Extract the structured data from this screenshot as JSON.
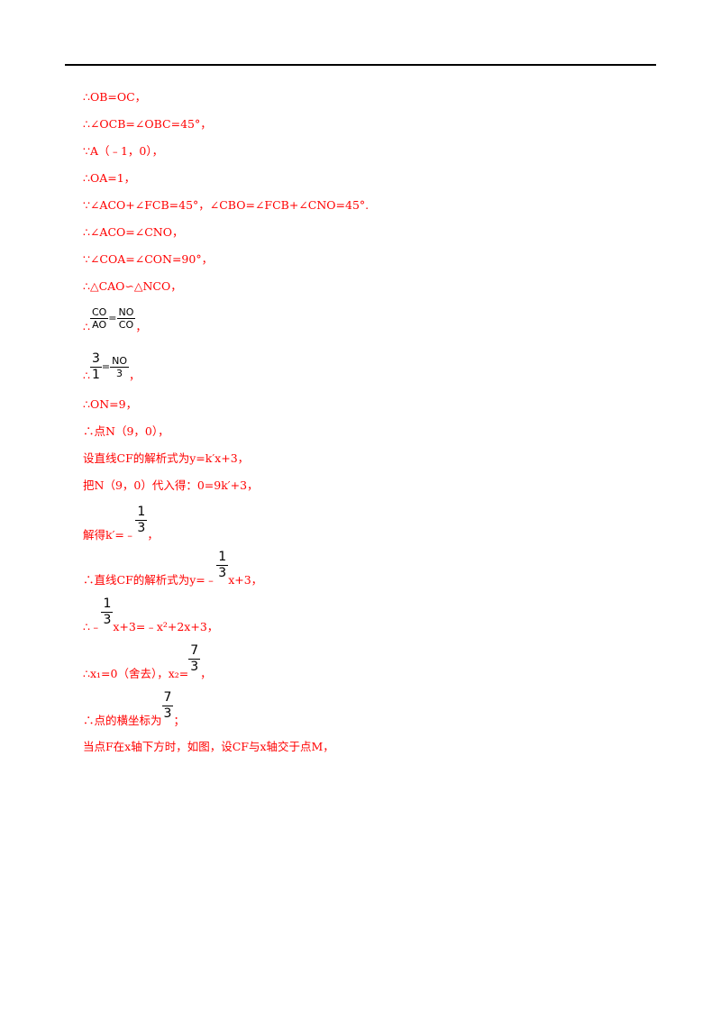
{
  "lines": [
    "∴OB=OC，",
    "∴∠OCB=∠OBC=45°，",
    "∵A（﹣1，0），",
    "∴OA=1，",
    "∵∠ACO+∠FCB=45°，∠CBO=∠FCB+∠CNO=45°.",
    "∴∠ACO=∠CNO，",
    "∵∠COA=∠CON=90°，",
    "∴△CAO∽△NCO，"
  ],
  "frac_line_1": {
    "prefix": "∴",
    "a_num": "CO",
    "a_den": "AO",
    "eq": "=",
    "b_num": "NO",
    "b_den": "CO",
    "suffix": "，"
  },
  "frac_line_2": {
    "prefix": "∴",
    "a_num": "3",
    "a_den": "1",
    "eq": "=",
    "b_num": "NO",
    "b_den": "3",
    "suffix": "，"
  },
  "line_on": "∴ON=9，",
  "line_point_n": "∴点N（9，0），",
  "line_set_cf": "设直线CF的解析式为y=k′x+3，",
  "line_sub_n": "把N（9，0）代入得：0=9k′+3，",
  "solve_k": {
    "text": "解得k′=﹣",
    "num": "1",
    "den": "3",
    "suffix": "，"
  },
  "cf_expr": {
    "text": "∴直线CF的解析式为y=﹣",
    "num": "1",
    "den": "3",
    "suffix": "x+3，"
  },
  "eq_line": {
    "text": "∴﹣",
    "num": "1",
    "den": "3",
    "suffix": "x+3=﹣x²+2x+3，"
  },
  "roots": {
    "text": "∴x₁=0（舍去），x₂=",
    "num": "7",
    "den": "3",
    "suffix": "，"
  },
  "abscissa": {
    "text": "∴点的横坐标为",
    "num": "7",
    "den": "3",
    "suffix": "；"
  },
  "last_line": "当点F在x轴下方时，如图，设CF与x轴交于点M，"
}
